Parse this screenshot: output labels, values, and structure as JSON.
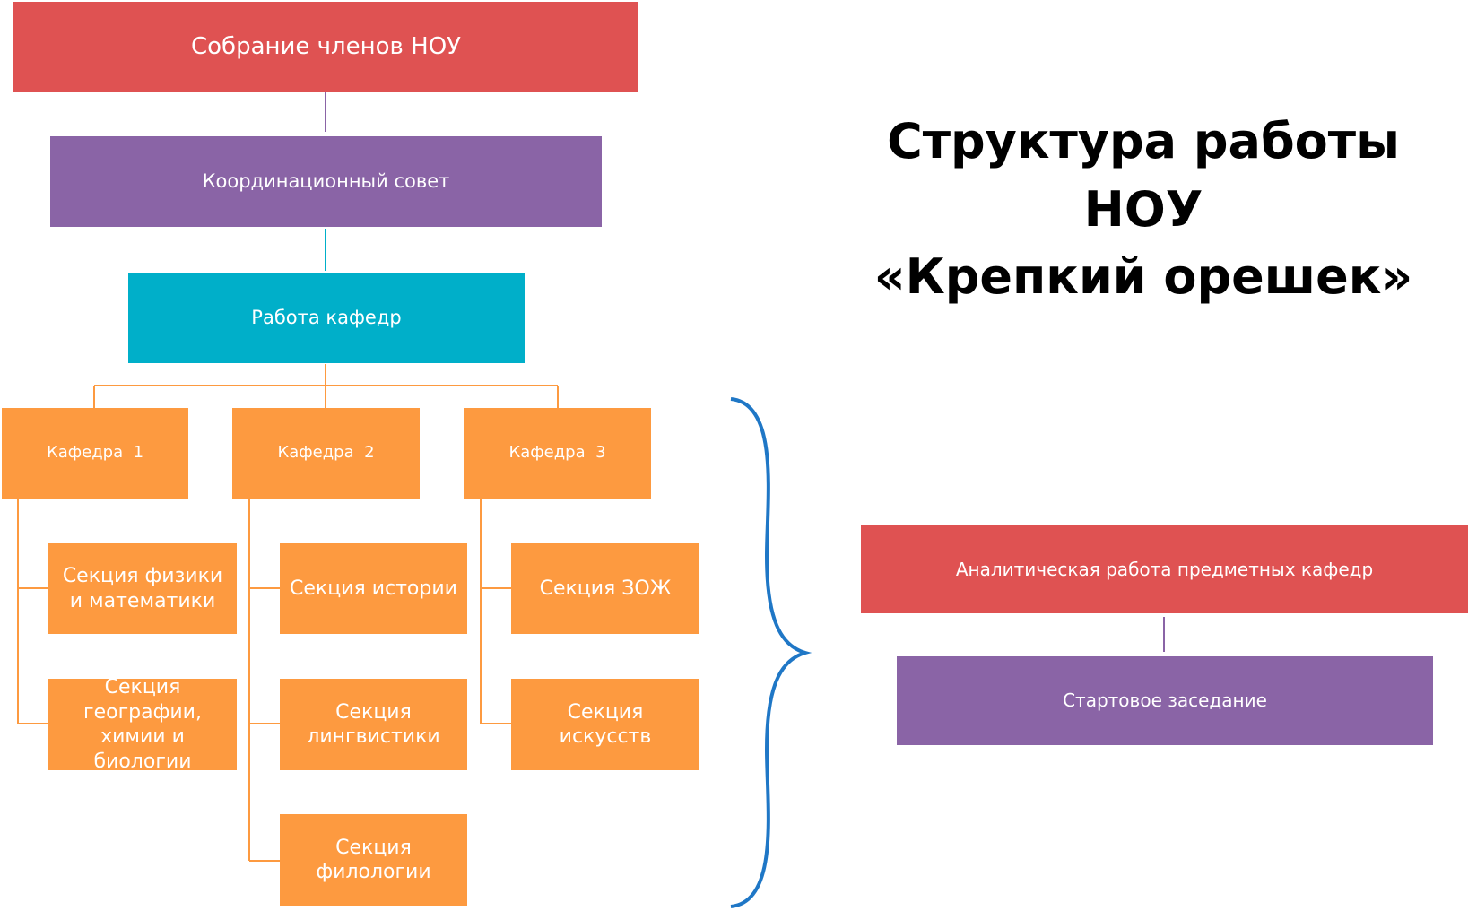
{
  "title": {
    "line1": "Структура работы НОУ",
    "line2": "«Крепкий орешек»"
  },
  "hierarchy": {
    "assembly": "Собрание членов НОУ",
    "council": "Координационный совет",
    "departments_work": "Работа кафедр",
    "departments": [
      {
        "label": "Кафедра  1",
        "sections": [
          "Секция физики и математики",
          "Секция географии, химии и биологии"
        ]
      },
      {
        "label": "Кафедра  2",
        "sections": [
          "Секция истории",
          "Секция лингвистики",
          "Секция филологии"
        ]
      },
      {
        "label": "Кафедра  3",
        "sections": [
          "Секция ЗОЖ",
          "Секция искусств"
        ]
      }
    ]
  },
  "right_panel": {
    "analytics": "Аналитическая работа предметных кафедр",
    "start_meeting": "Стартовое заседание"
  },
  "colors": {
    "red": "#df5252",
    "purple": "#8a64a6",
    "cyan": "#00afc9",
    "orange": "#fd9a40",
    "brace": "#1f77c6"
  }
}
